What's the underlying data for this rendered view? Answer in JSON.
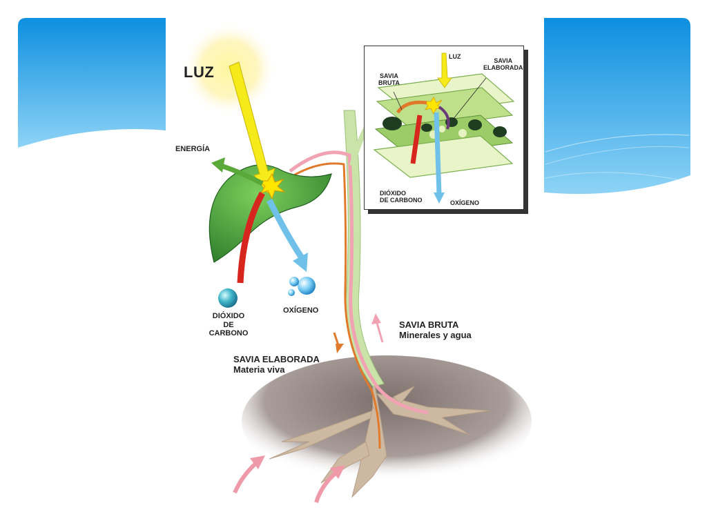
{
  "slide": {
    "accent_color": "#1a9be6",
    "accent_light": "#7cc9f2"
  },
  "diagram": {
    "labels": {
      "luz": "LUZ",
      "energia": "ENERGÍA",
      "dioxido_line1": "DIÓXIDO",
      "dioxido_line2": "DE",
      "dioxido_line3": "CARBONO",
      "oxigeno": "OXÍGENO",
      "savia_bruta_title": "SAVIA BRUTA",
      "savia_bruta_sub": "Minerales y agua",
      "savia_elaborada_title": "SAVIA ELABORADA",
      "savia_elaborada_sub": "Materia viva"
    },
    "inset": {
      "luz": "LUZ",
      "savia_bruta_line1": "SAVIA",
      "savia_bruta_line2": "BRUTA",
      "savia_elaborada_line1": "SAVIA",
      "savia_elaborada_line2": "ELABORADA",
      "dioxido_line1": "DIÓXIDO",
      "dioxido_line2": "DE CARBONO",
      "oxigeno": "OXÍGENO"
    },
    "colors": {
      "light": "#f5ea1a",
      "energy": "#5aa83a",
      "co2": "#d7261e",
      "oxygen": "#6fc1ea",
      "savia_bruta": "#f1a3b3",
      "savia_elaborada": "#e07a2a",
      "leaf": "#3f9b3a",
      "soil": "#8a7c78",
      "root": "#cdb8a2"
    }
  }
}
